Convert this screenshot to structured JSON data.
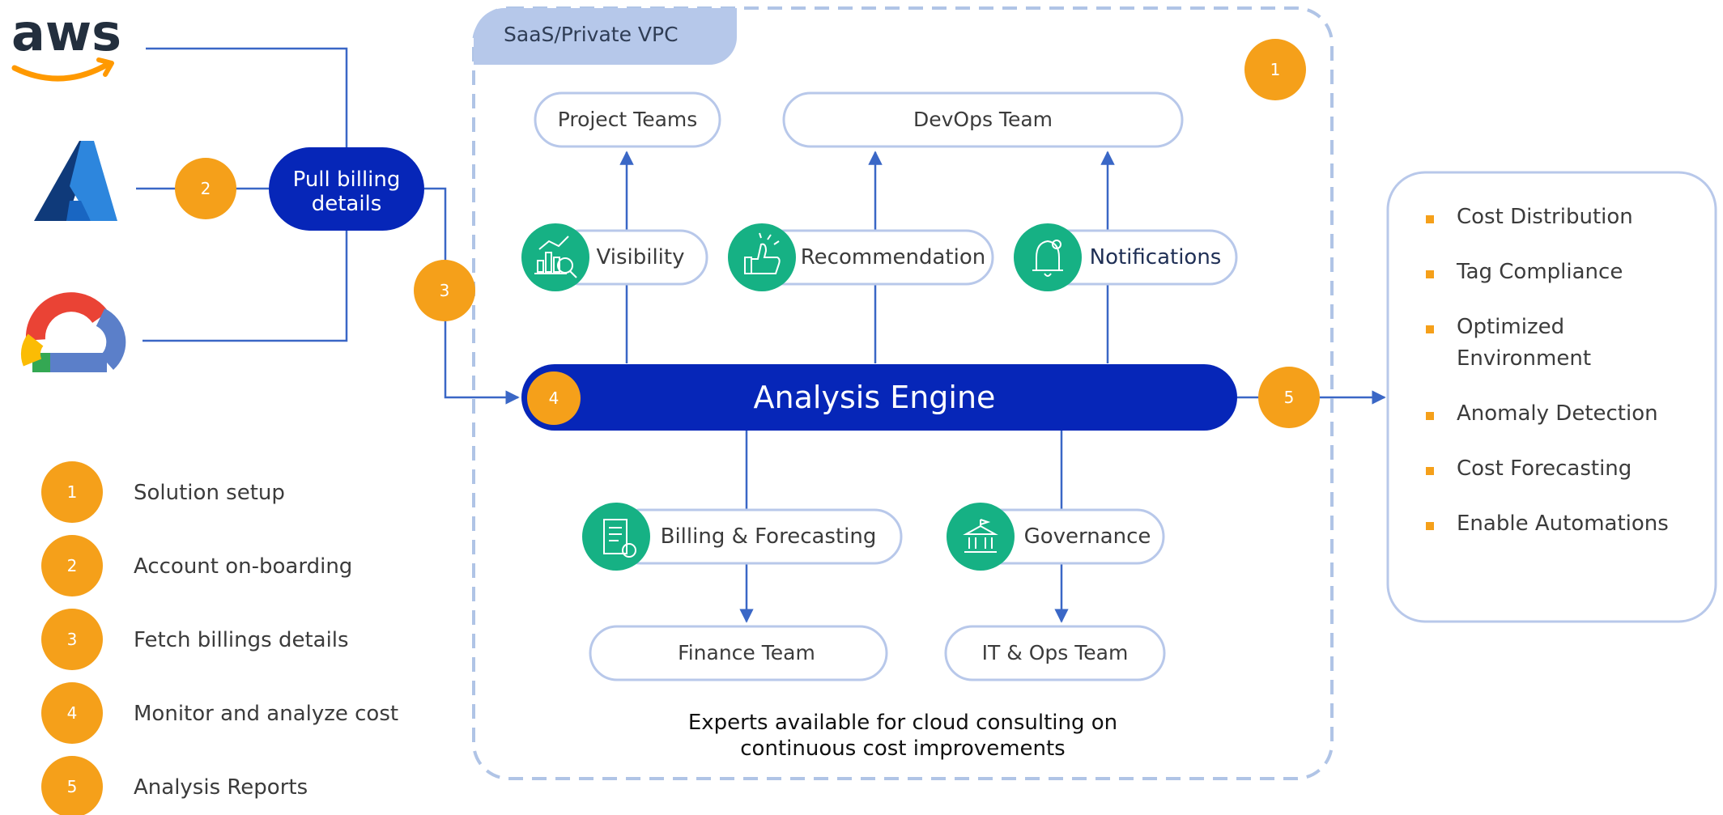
{
  "colors": {
    "orange": "#f5a01a",
    "navy": "#0626b8",
    "teal": "#16b184",
    "line": "#3a67c6",
    "pill_border": "#b8c8ea",
    "dash": "#b0c4e6",
    "tab": "#b6c8ea",
    "text": "#3b3b3b"
  },
  "providers": [
    {
      "name": "aws",
      "icon": "aws-logo"
    },
    {
      "name": "azure",
      "icon": "azure-logo"
    },
    {
      "name": "gcp",
      "icon": "google-cloud-logo"
    }
  ],
  "pull_billing": {
    "line1": "Pull billing",
    "line2": "details"
  },
  "vpc": {
    "title": "SaaS/Private VPC"
  },
  "teams": {
    "project": "Project Teams",
    "devops": "DevOps Team",
    "finance": "Finance Team",
    "itops": "IT & Ops Team"
  },
  "modules": {
    "visibility": {
      "label": "Visibility",
      "icon": "visibility-chart-icon"
    },
    "recommendation": {
      "label": "Recommendation",
      "icon": "thumbs-up-icon"
    },
    "notifications": {
      "label": "Notifications",
      "icon": "bell-icon"
    },
    "billing": {
      "label": "Billing & Forecasting",
      "icon": "invoice-icon"
    },
    "governance": {
      "label": "Governance",
      "icon": "government-building-icon"
    }
  },
  "engine": {
    "label": "Analysis Engine"
  },
  "markers": {
    "m1": "1",
    "m2": "2",
    "m3": "3",
    "m4": "4",
    "m5": "5"
  },
  "footer": {
    "line1": "Experts available for cloud consulting on",
    "line2": "continuous cost improvements"
  },
  "legend": [
    {
      "num": "1",
      "text": "Solution setup"
    },
    {
      "num": "2",
      "text": "Account on-boarding"
    },
    {
      "num": "3",
      "text": "Fetch billings details"
    },
    {
      "num": "4",
      "text": "Monitor and analyze cost"
    },
    {
      "num": "5",
      "text": "Analysis Reports"
    }
  ],
  "reports": [
    {
      "lines": [
        "Cost Distribution"
      ]
    },
    {
      "lines": [
        "Tag Compliance"
      ]
    },
    {
      "lines": [
        "Optimized",
        "Environment"
      ]
    },
    {
      "lines": [
        "Anomaly Detection"
      ]
    },
    {
      "lines": [
        "Cost Forecasting"
      ]
    },
    {
      "lines": [
        "Enable Automations"
      ]
    }
  ]
}
